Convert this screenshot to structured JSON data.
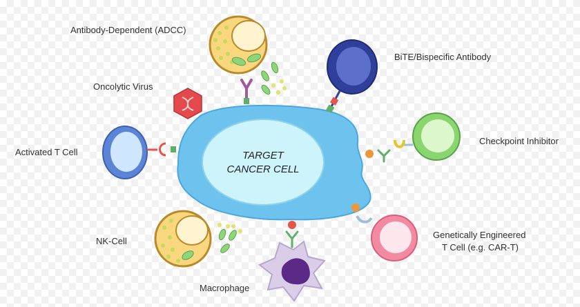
{
  "diagram": {
    "center": {
      "line1": "TARGET",
      "line2": "CANCER CELL"
    },
    "labels": {
      "adcc": "Antibody-Dependent (ADCC)",
      "oncolytic": "Oncolytic Virus",
      "tcell": "Activated T Cell",
      "nk": "NK-Cell",
      "macrophage": "Macrophage",
      "bite": "BiTE/Bispecific Antibody",
      "checkpoint": "Checkpoint Inhibitor",
      "cart_line1": "Genetically Engineered",
      "cart_line2": "T Cell (e.g. CAR-T)"
    }
  },
  "colors": {
    "cancer_cell": "#6ec3ee",
    "cancer_nucleus": "#cdf3fb",
    "adcc_cell": "#f9d77e",
    "bite_cell": "#2f3f9a",
    "tcell": "#5b84d6",
    "checkpoint_cell": "#88d66d",
    "cart_cell": "#f28ba2",
    "macrophage": "#d9cde8",
    "virus": "#e4494b"
  }
}
